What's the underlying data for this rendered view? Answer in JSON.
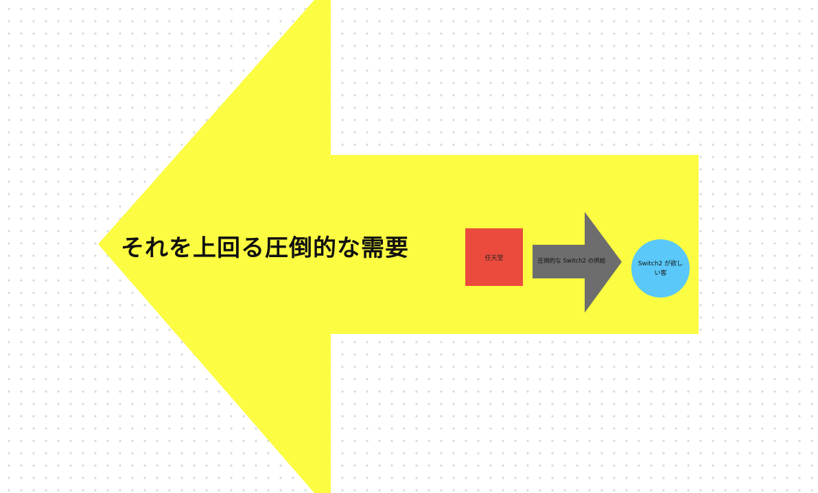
{
  "headline": "それを上回る圧倒的な需要",
  "nodes": {
    "supplier": "任天堂",
    "flow": "圧倒的な Switch2 の供給",
    "customer": "Switch2 が欲しい客"
  },
  "colors": {
    "big_arrow": "#fcfc42",
    "supplier_box": "#ea4b3d",
    "flow_arrow": "#6d6d6d",
    "customer_circle": "#5ac8f8"
  }
}
